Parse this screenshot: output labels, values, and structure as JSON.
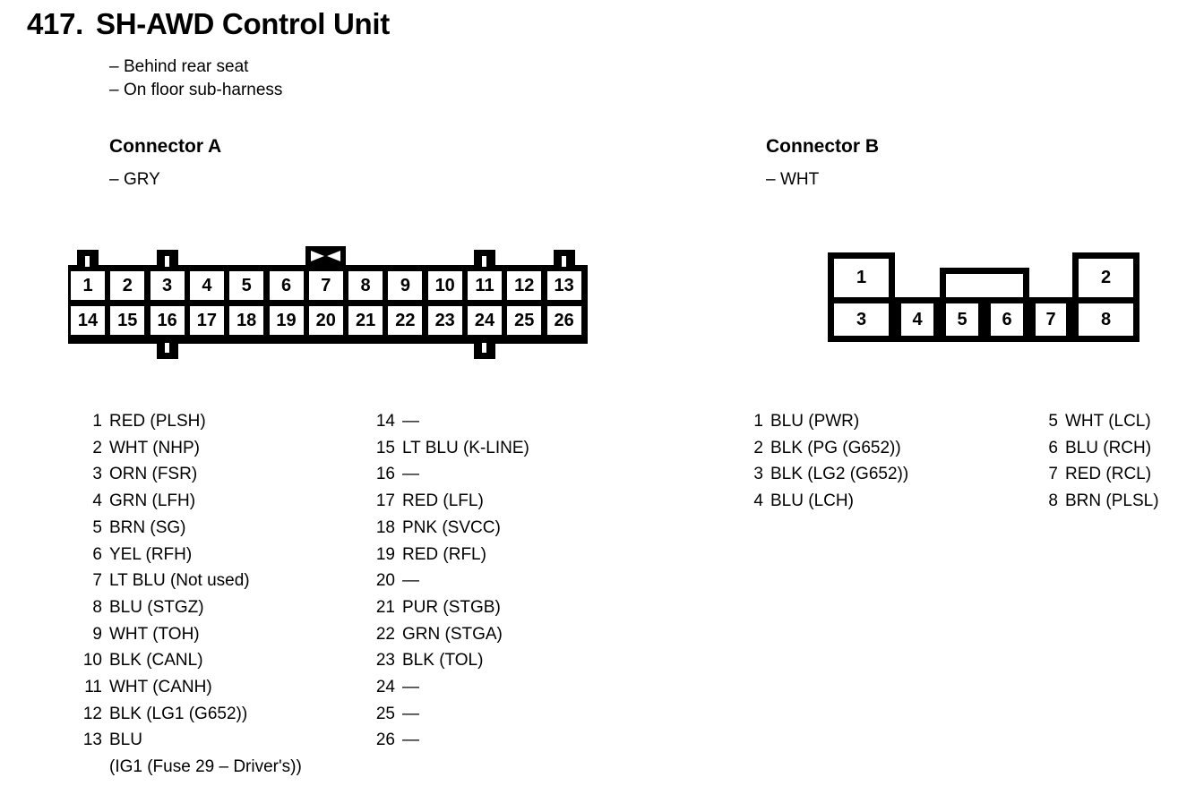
{
  "header": {
    "number": "417.",
    "title": "SH-AWD Control Unit",
    "notes": [
      "Behind rear seat",
      "On floor sub-harness"
    ],
    "dash": "–"
  },
  "connector_a": {
    "heading": "Connector A",
    "color": "GRY",
    "diagram": {
      "row1": [
        "1",
        "2",
        "3",
        "4",
        "5",
        "6",
        "7",
        "8",
        "9",
        "10",
        "11",
        "12",
        "13"
      ],
      "row2": [
        "14",
        "15",
        "16",
        "17",
        "18",
        "19",
        "20",
        "21",
        "22",
        "23",
        "24",
        "25",
        "26"
      ],
      "top_tabs_above_pins": [
        "1",
        "3",
        "11",
        "13"
      ],
      "bottom_tabs_below_pins": [
        "16",
        "24"
      ],
      "keyed_tab_above_pin": "7"
    },
    "pins_col1": [
      {
        "num": "1",
        "desc": "RED (PLSH)"
      },
      {
        "num": "2",
        "desc": "WHT (NHP)"
      },
      {
        "num": "3",
        "desc": "ORN (FSR)"
      },
      {
        "num": "4",
        "desc": "GRN (LFH)"
      },
      {
        "num": "5",
        "desc": "BRN (SG)"
      },
      {
        "num": "6",
        "desc": "YEL (RFH)"
      },
      {
        "num": "7",
        "desc": "LT BLU (Not used)"
      },
      {
        "num": "8",
        "desc": "BLU (STGZ)"
      },
      {
        "num": "9",
        "desc": "WHT (TOH)"
      },
      {
        "num": "10",
        "desc": "BLK (CANL)"
      },
      {
        "num": "11",
        "desc": "WHT (CANH)"
      },
      {
        "num": "12",
        "desc": "BLK (LG1 (G652))"
      },
      {
        "num": "13",
        "desc": "BLU",
        "desc2": "(IG1 (Fuse 29 – Driver's))"
      }
    ],
    "pins_col2": [
      {
        "num": "14",
        "desc": "—"
      },
      {
        "num": "15",
        "desc": "LT BLU (K-LINE)"
      },
      {
        "num": "16",
        "desc": "—"
      },
      {
        "num": "17",
        "desc": "RED (LFL)"
      },
      {
        "num": "18",
        "desc": "PNK (SVCC)"
      },
      {
        "num": "19",
        "desc": "RED (RFL)"
      },
      {
        "num": "20",
        "desc": "—"
      },
      {
        "num": "21",
        "desc": "PUR (STGB)"
      },
      {
        "num": "22",
        "desc": "GRN (STGA)"
      },
      {
        "num": "23",
        "desc": "BLK (TOL)"
      },
      {
        "num": "24",
        "desc": "—"
      },
      {
        "num": "25",
        "desc": "—"
      },
      {
        "num": "26",
        "desc": "—"
      }
    ]
  },
  "connector_b": {
    "heading": "Connector B",
    "color": "WHT",
    "diagram": {
      "row1": [
        "1",
        "",
        "2"
      ],
      "row2": [
        "3",
        "4",
        "5",
        "6",
        "7",
        "8"
      ]
    },
    "pins_col1": [
      {
        "num": "1",
        "desc": "BLU (PWR)"
      },
      {
        "num": "2",
        "desc": "BLK (PG (G652))"
      },
      {
        "num": "3",
        "desc": "BLK (LG2 (G652))"
      },
      {
        "num": "4",
        "desc": "BLU (LCH)"
      }
    ],
    "pins_col2": [
      {
        "num": "5",
        "desc": "WHT (LCL)"
      },
      {
        "num": "6",
        "desc": "BLU (RCH)"
      },
      {
        "num": "7",
        "desc": "RED (RCL)"
      },
      {
        "num": "8",
        "desc": "BRN (PLSL)"
      }
    ]
  },
  "colors": {
    "ink": "#000000",
    "paper": "#ffffff"
  }
}
